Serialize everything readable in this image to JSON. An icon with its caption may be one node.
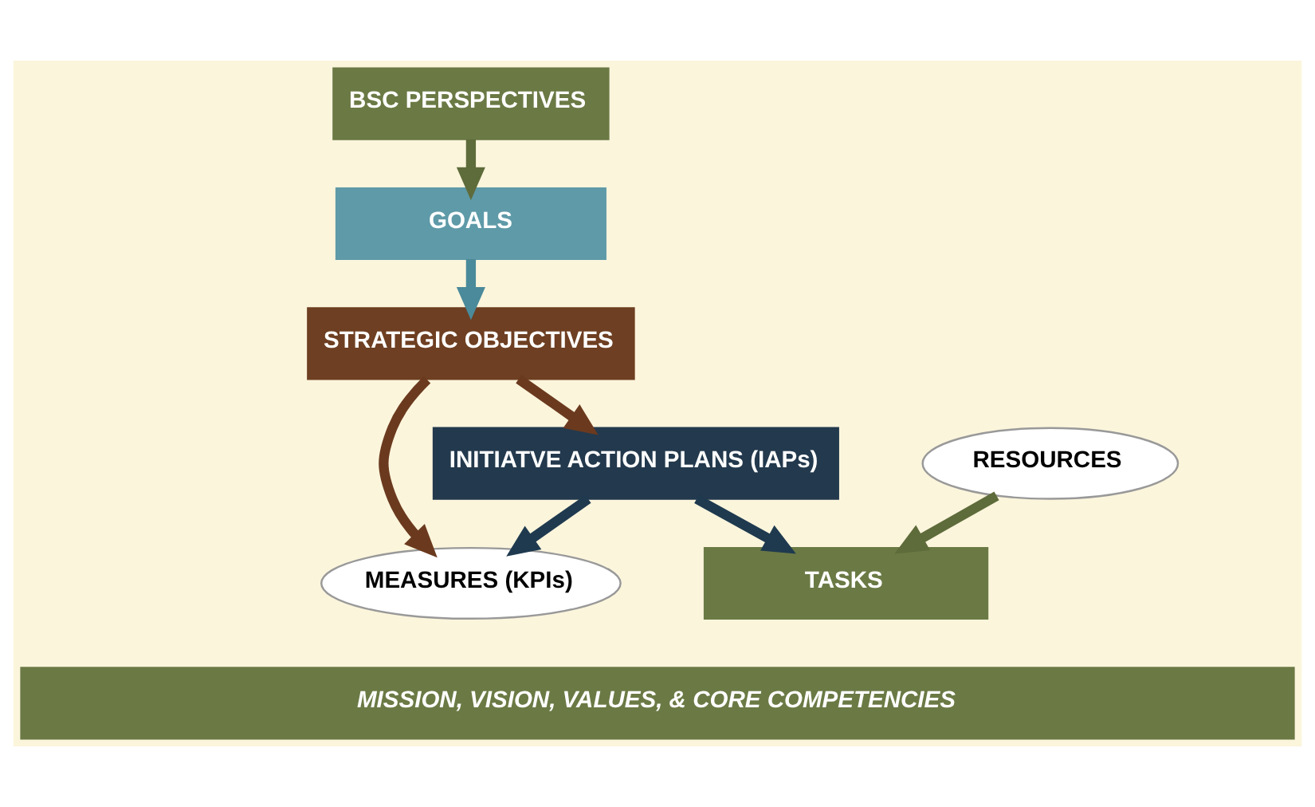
{
  "diagram": {
    "nodes": [
      {
        "text": [
          "BSC PERSPECTIVES"
        ]
      },
      {
        "text": [
          "GOALS"
        ]
      },
      {
        "text": [
          "STRATEGIC OBJECTIVES"
        ]
      },
      {
        "text": [
          "INITIATVE ACTION PLANS (IAPs)"
        ]
      },
      {
        "text": [
          "RESOURCES"
        ]
      },
      {
        "text": [
          "MEASURES (KPIs)"
        ]
      },
      {
        "text": [
          "TASKS"
        ]
      },
      {
        "text": [
          "MISSION, VISION, VALUES, & CORE COMPETENCIES"
        ]
      }
    ],
    "edges": [
      {
        "from": 0,
        "to": 1,
        "arrow": "to",
        "color": "#5e6b3a"
      },
      {
        "from": 1,
        "to": 2,
        "arrow": "to",
        "color": "#4a8a9a"
      },
      {
        "from": 2,
        "to": 3,
        "arrow": "to",
        "color": "#6b3a1e"
      },
      {
        "from": 2,
        "to": 5,
        "arrow": "to",
        "color": "#6b3a1e"
      },
      {
        "from": 3,
        "to": 5,
        "arrow": "to",
        "color": "#1f3a4f"
      },
      {
        "from": 3,
        "to": 6,
        "arrow": "to",
        "color": "#1f3a4f"
      },
      {
        "from": 4,
        "to": 6,
        "arrow": "to",
        "color": "#5e6b3a"
      }
    ]
  }
}
